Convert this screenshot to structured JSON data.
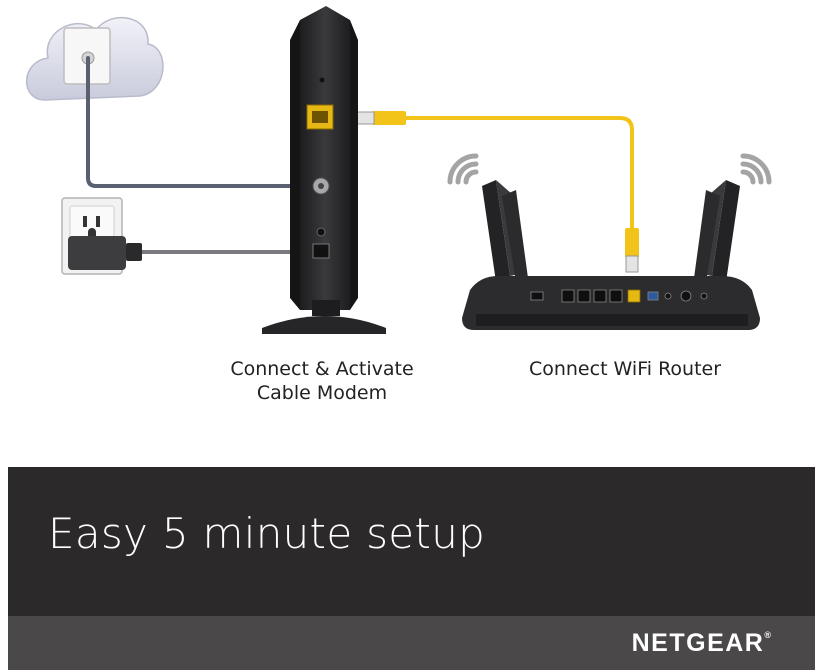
{
  "labels": {
    "modem_line1": "Connect & Activate",
    "modem_line2": "Cable Modem",
    "router": "Connect WiFi Router"
  },
  "banner": {
    "headline": "Easy 5 minute setup"
  },
  "footer": {
    "brand": "NETGEAR",
    "brand_mark": "®"
  },
  "colors": {
    "banner_bg": "#2c292b",
    "footer_bg": "#4b484a",
    "ethernet_cable": "#f2c318",
    "coax_cable": "#5a6072",
    "device_body": "#2e2e30"
  },
  "icons": [
    "cloud-icon",
    "wall-jack-icon",
    "power-outlet-icon",
    "power-adapter-icon",
    "wifi-signal-icon"
  ]
}
